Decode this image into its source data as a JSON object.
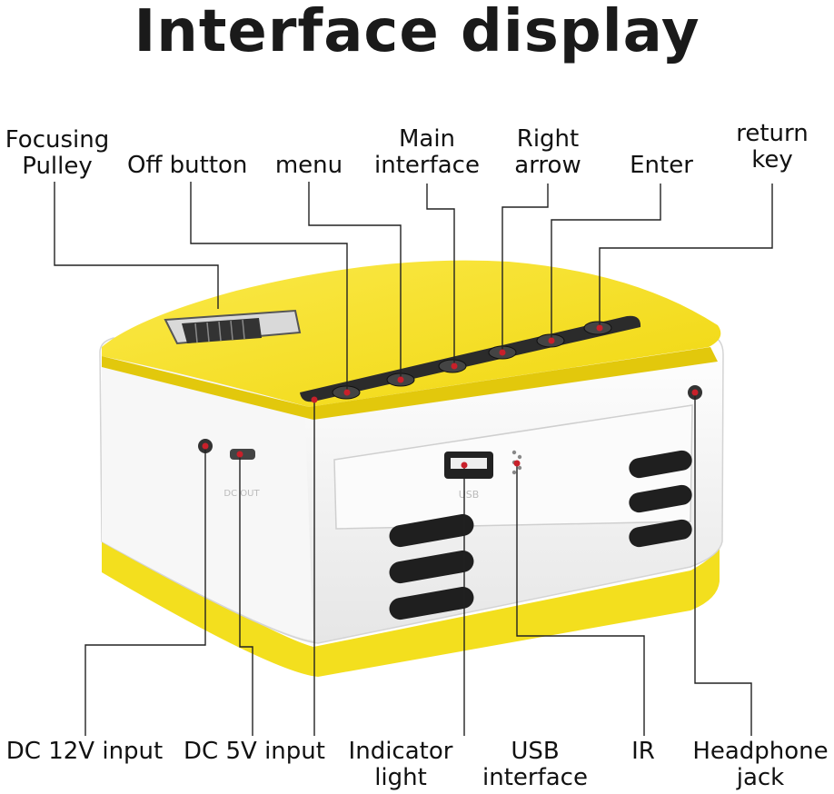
{
  "title": "Interface display",
  "callouts_top": {
    "focusing_pulley": [
      "Focusing",
      "Pulley"
    ],
    "off_button": [
      "Off button"
    ],
    "menu": [
      "menu"
    ],
    "main_interface": [
      "Main",
      "interface"
    ],
    "right_arrow": [
      "Right",
      "arrow"
    ],
    "enter": [
      "Enter"
    ],
    "return_key": [
      "return",
      "key"
    ]
  },
  "callouts_bottom": {
    "dc_12v": [
      "DC 12V input"
    ],
    "dc_5v": [
      "DC 5V input"
    ],
    "indicator": [
      "Indicator",
      "light"
    ],
    "usb": [
      "USB",
      "interface"
    ],
    "ir": [
      "IR"
    ],
    "headphone": [
      "Headphone",
      "jack"
    ]
  },
  "device_markings": {
    "usb_port_text": "USB",
    "dc_port_text": "DC OUT"
  },
  "colors": {
    "body_white": "#f2f2f2",
    "accent_yellow": "#f3e12a",
    "button_panel": "#2b2b2b",
    "marker_red": "#c8202a",
    "leader_line": "#222222"
  }
}
